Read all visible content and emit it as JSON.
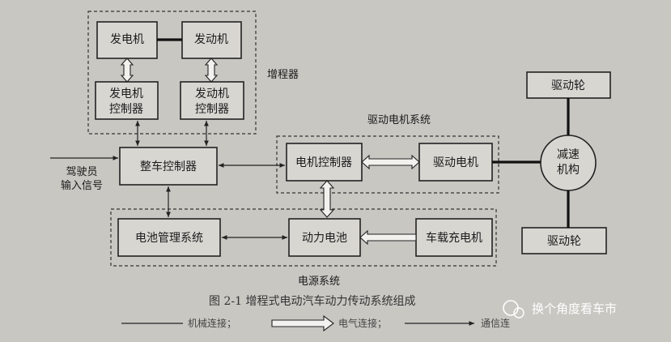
{
  "range_extender": {
    "label": "增程器",
    "generator": "发电机",
    "engine": "发动机",
    "generator_controller": [
      "发电机",
      "控制器"
    ],
    "engine_controller": [
      "发动机",
      "控制器"
    ]
  },
  "vehicle_controller": "整车控制器",
  "driver_input": [
    "驾驶员",
    "输入信号"
  ],
  "drive_motor_system": {
    "label": "驱动电机系统",
    "motor_controller": "电机控制器",
    "drive_motor": "驱动电机"
  },
  "reducer": [
    "减速",
    "机构"
  ],
  "wheel_top": "驱动轮",
  "wheel_bottom": "驱动轮",
  "power_system": {
    "label": "电源系统",
    "bms": "电池管理系统",
    "battery": "动力电池",
    "charger": "车载充电机"
  },
  "caption": "图 2-1   增程式电动汽车动力传动系统组成",
  "legend": {
    "mechanical": "机械连接；",
    "electrical": "电气连接；",
    "communication": "通信连"
  },
  "watermark": "换个角度看车市"
}
